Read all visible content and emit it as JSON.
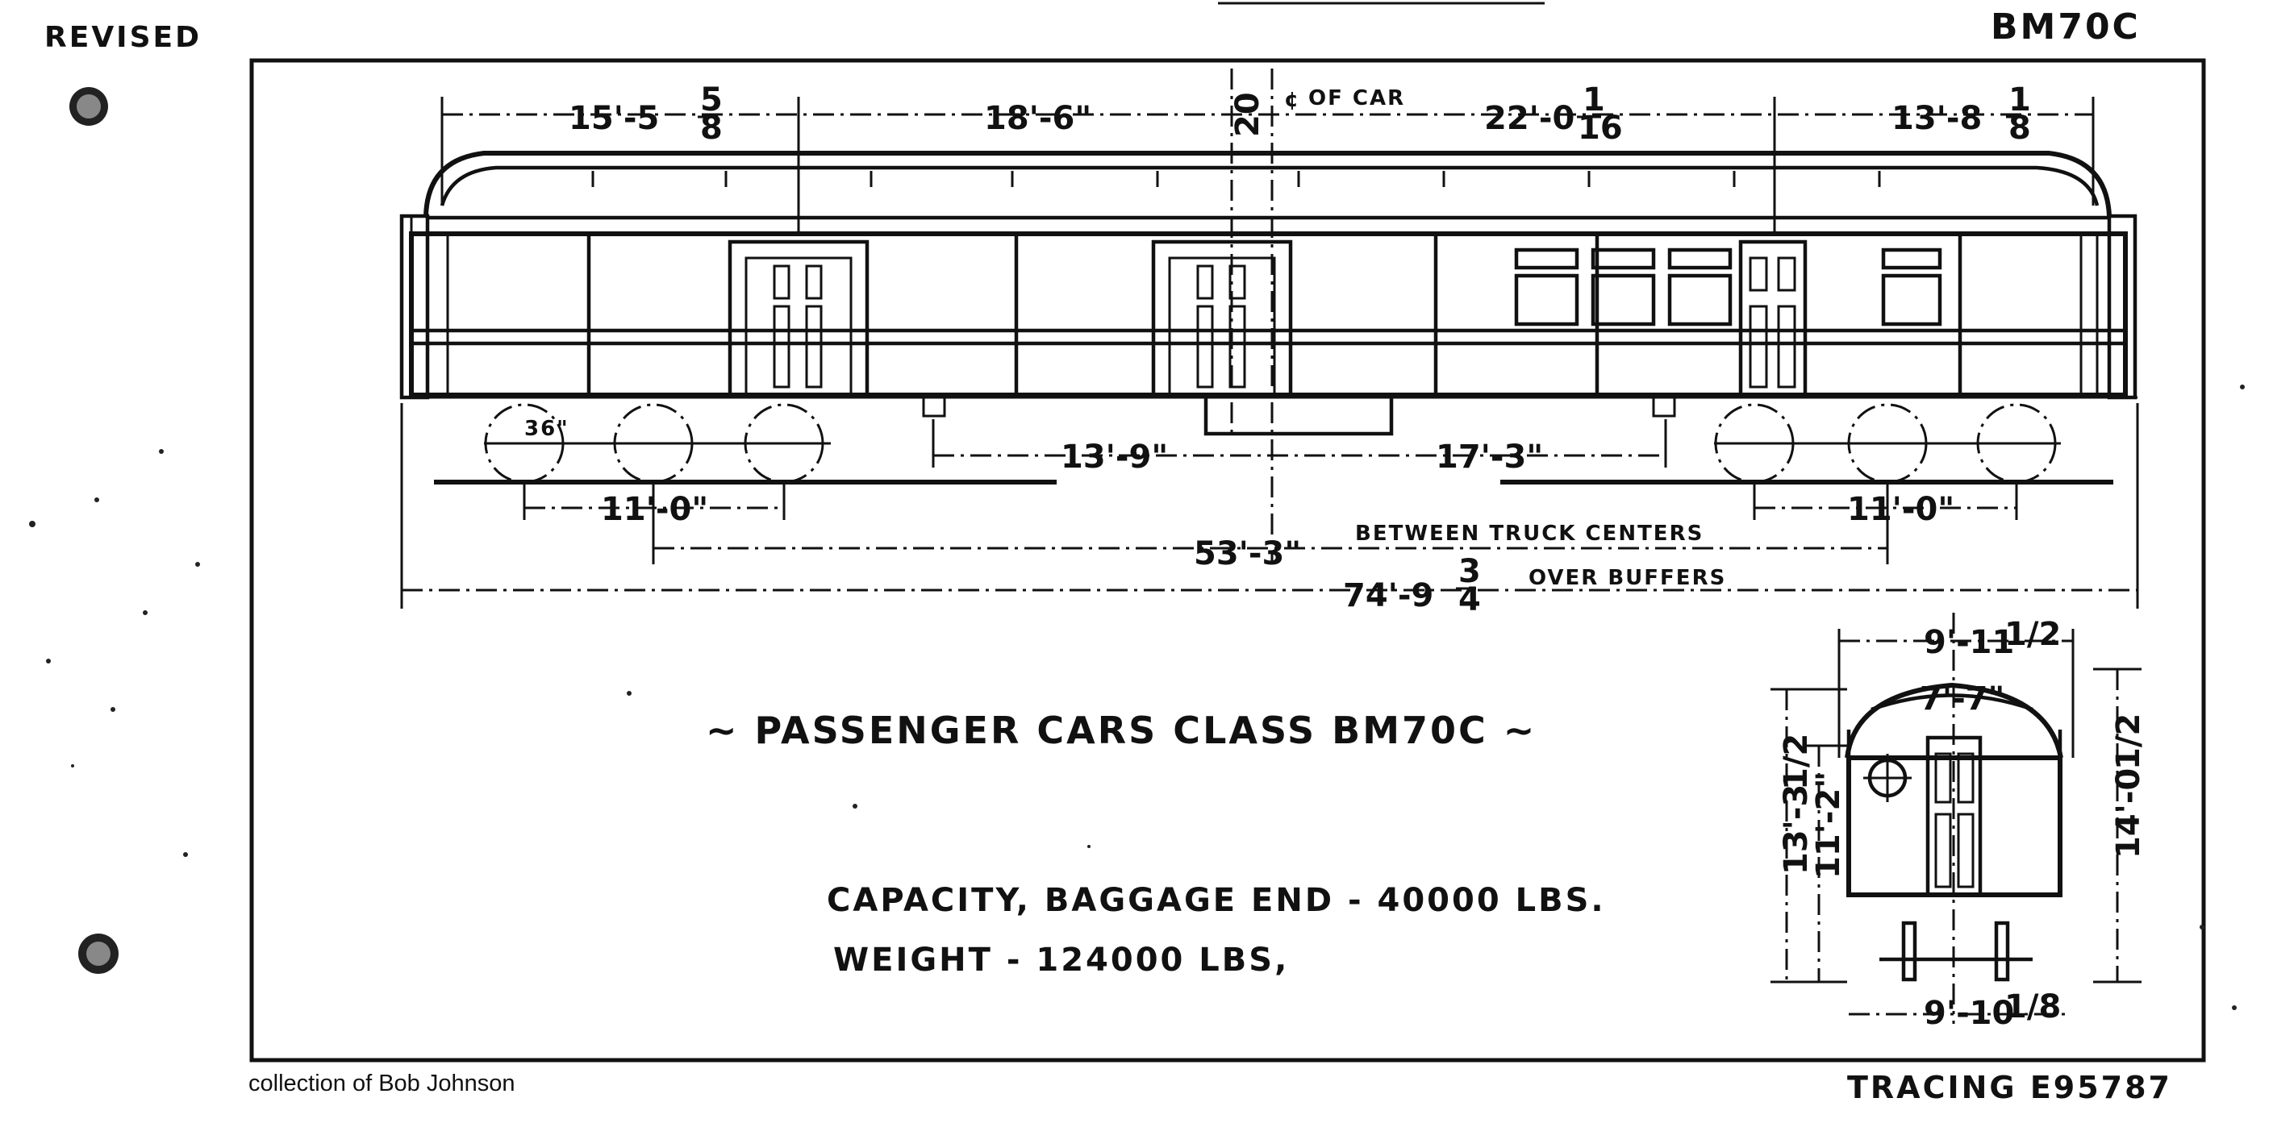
{
  "header": {
    "revised": "REVISED",
    "code": "BM70C"
  },
  "drawing": {
    "title": "~ PASSENGER CARS CLASS BM70C ~",
    "capacity": "CAPACITY, BAGGAGE END - 40000 LBS.",
    "weight": "WEIGHT - 124000 LBS,",
    "tracing": "TRACING E95787",
    "credit": "collection of Bob Johnson",
    "top_dims": [
      "15'-5",
      "5",
      "8",
      "18'-6\"",
      "22'-0",
      "1",
      "16",
      "13'-8",
      "1",
      "8"
    ],
    "center_dim": "20",
    "centerline": "OF CAR",
    "centerline_symbol": "¢",
    "mid_dims": [
      "13'-9\"",
      "17'-3\""
    ],
    "wheelbase_left": "11'-0\"",
    "wheelbase_right": "11'-0\"",
    "truck_centers": "53'-3\"",
    "truck_centers_note": "BETWEEN TRUCK CENTERS",
    "over_buffers": "74'-9",
    "over_buffers_frac_num": "3",
    "over_buffers_frac_den": "4",
    "over_buffers_note": "OVER BUFFERS",
    "wheel_dia": "36\"",
    "end_view": {
      "width_top": "9'-11",
      "width_top_frac": "1/2",
      "inner_width": "7'-7\"",
      "width_bottom": "9'-10",
      "width_bottom_frac": "1/8",
      "height_overall": "14'-0",
      "height_overall_frac": "1/2",
      "height_roof": "13'-3",
      "height_roof_frac": "1/2",
      "height_body": "11'-2\""
    }
  }
}
